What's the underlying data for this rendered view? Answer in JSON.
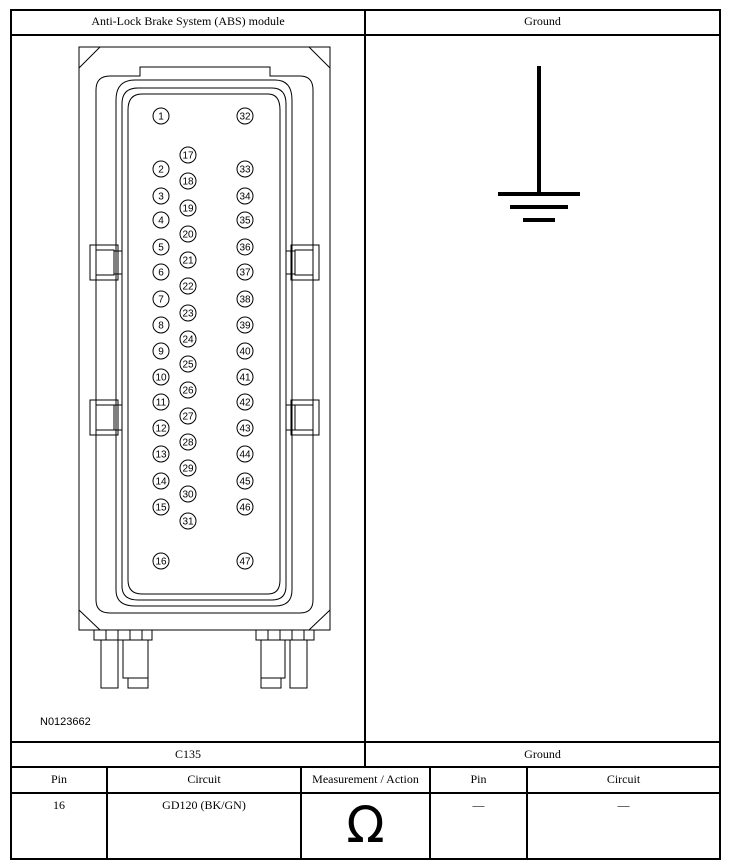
{
  "headers": {
    "left_component": "Anti-Lock Brake System (ABS) module",
    "right_component": "Ground"
  },
  "connector": {
    "reference_number": "N0123662",
    "pins_left_outer": [
      "1",
      "2",
      "3",
      "4",
      "5",
      "6",
      "7",
      "8",
      "9",
      "10",
      "11",
      "12",
      "13",
      "14",
      "15",
      "16"
    ],
    "pins_middle": [
      "17",
      "18",
      "19",
      "20",
      "21",
      "22",
      "23",
      "24",
      "25",
      "26",
      "27",
      "28",
      "29",
      "30",
      "31"
    ],
    "pins_right": [
      "32",
      "33",
      "34",
      "35",
      "36",
      "37",
      "38",
      "39",
      "40",
      "41",
      "42",
      "43",
      "44",
      "45",
      "46",
      "47"
    ]
  },
  "ground_icon": "ground-symbol-icon",
  "labels": {
    "left": "C135",
    "right": "Ground"
  },
  "table": {
    "columns": [
      "Pin",
      "Circuit",
      "Measurement / Action",
      "Pin",
      "Circuit"
    ],
    "row": {
      "pin": "16",
      "circuit": "GD120 (BK/GN)",
      "measurement_icon": "ohm-icon",
      "measurement_symbol": "Ω",
      "pin2": "—",
      "circuit2": "—"
    }
  }
}
